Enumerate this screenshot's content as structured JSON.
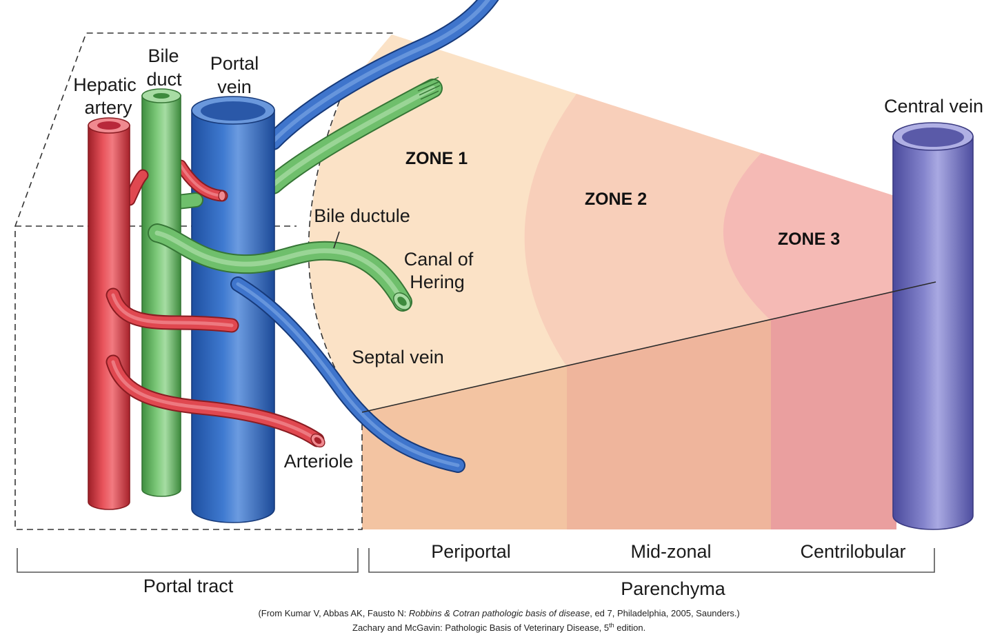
{
  "vessel_labels": {
    "hepatic_artery": [
      "Hepatic",
      "artery"
    ],
    "bile_duct": [
      "Bile",
      "duct"
    ],
    "portal_vein": [
      "Portal",
      "vein"
    ],
    "central_vein": "Central vein"
  },
  "branch_labels": {
    "bile_ductule": "Bile ductule",
    "canal_of_hering": [
      "Canal of",
      "Hering"
    ],
    "septal_vein": "Septal vein",
    "arteriole": "Arteriole"
  },
  "zones": [
    {
      "label": "ZONE 1",
      "region": "Periportal"
    },
    {
      "label": "ZONE 2",
      "region": "Mid-zonal"
    },
    {
      "label": "ZONE 3",
      "region": "Centrilobular"
    }
  ],
  "sections": {
    "portal_tract": "Portal tract",
    "parenchyma": "Parenchyma"
  },
  "citation": {
    "line1_prefix": "(From Kumar V, Abbas AK, Fausto N: ",
    "line1_title": "Robbins & Cotran pathologic basis of disease",
    "line1_suffix": ", ed 7, Philadelphia, 2005, Saunders.)",
    "line2_prefix": "Zachary and McGavin: Pathologic Basis of Veterinary Disease, 5",
    "line2_sup": "th",
    "line2_suffix": " edition."
  },
  "colors": {
    "zone_1": "#fbe2c6",
    "zone_2": "#f8cfba",
    "zone_3": "#f5bab5",
    "band_periportal": "#f3c4a2",
    "band_mid_zonal": "#efb59c",
    "band_centrilobular": "#ea9f9f",
    "artery": "#e04850",
    "bile": "#6fbf6c",
    "portal": "#3f75cc",
    "central": "#7c7cc8"
  }
}
